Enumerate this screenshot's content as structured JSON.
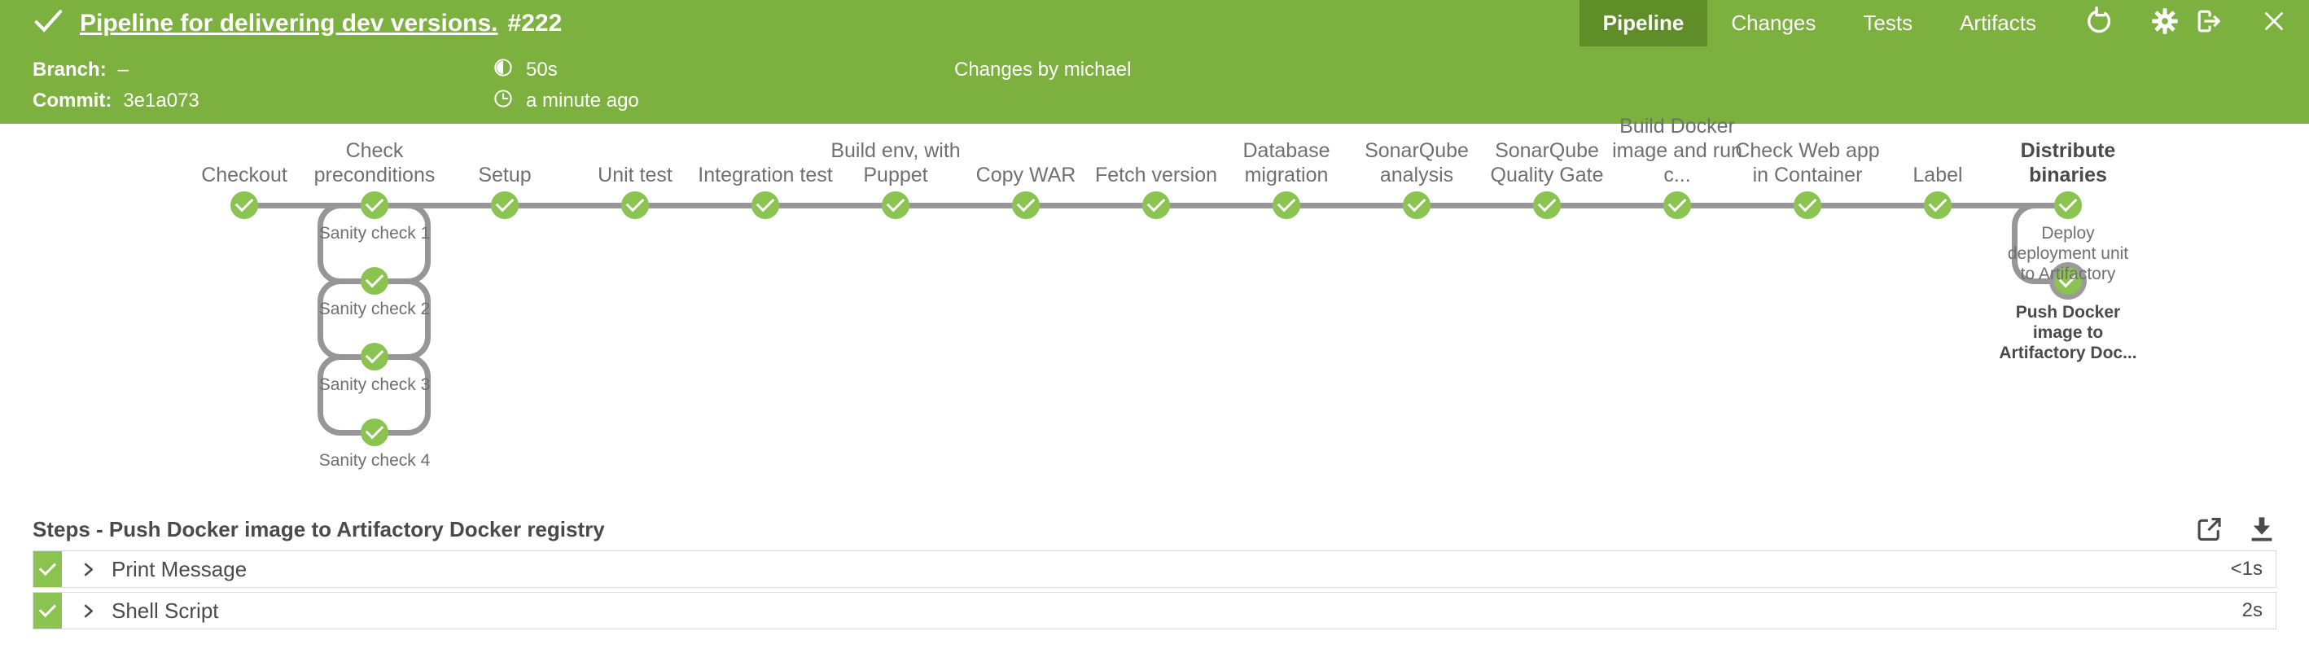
{
  "header": {
    "status": "success",
    "status_icon": "check-icon",
    "title": "Pipeline for delivering dev versions.",
    "run_number": "#222",
    "tabs": [
      {
        "label": "Pipeline",
        "active": true
      },
      {
        "label": "Changes",
        "active": false
      },
      {
        "label": "Tests",
        "active": false
      },
      {
        "label": "Artifacts",
        "active": false
      }
    ],
    "actions": [
      {
        "icon": "rerun-icon"
      },
      {
        "icon": "settings-icon"
      },
      {
        "icon": "exit-icon"
      },
      {
        "icon": "close-icon"
      }
    ]
  },
  "run_info": {
    "branch_label": "Branch:",
    "branch_value": "–",
    "commit_label": "Commit:",
    "commit_value": "3e1a073",
    "duration_icon": "timer-icon",
    "duration": "50s",
    "completed_icon": "clock-icon",
    "completed": "a minute ago",
    "changes": "Changes by michael"
  },
  "pipeline": {
    "node_status": "success",
    "stages": [
      {
        "name": "Checkout"
      },
      {
        "name": "Check preconditions",
        "branches": [
          "Sanity check 1",
          "Sanity check 2",
          "Sanity check 3",
          "Sanity check 4"
        ]
      },
      {
        "name": "Setup"
      },
      {
        "name": "Unit test"
      },
      {
        "name": "Integration test"
      },
      {
        "name": "Build env, with Puppet"
      },
      {
        "name": "Copy WAR"
      },
      {
        "name": "Fetch version"
      },
      {
        "name": "Database migration"
      },
      {
        "name": "SonarQube analysis"
      },
      {
        "name": "SonarQube Quality Gate"
      },
      {
        "name": "Build Docker image and run c..."
      },
      {
        "name": "Check Web app in Container"
      },
      {
        "name": "Label"
      },
      {
        "name": "Distribute binaries",
        "selected": true,
        "branches": [
          "Deploy deployment unit to Artifactory",
          "Push Docker image to Artifactory Doc..."
        ]
      }
    ]
  },
  "steps": {
    "title": "Steps - Push Docker image to Artifactory Docker registry",
    "toolbar_icons": [
      "open-in-new-tab-icon",
      "download-log-icon"
    ],
    "rows": [
      {
        "status": "success",
        "label": "Print Message",
        "duration": "<1s"
      },
      {
        "status": "success",
        "label": "Shell Script",
        "duration": "2s"
      }
    ]
  },
  "colors": {
    "header_green": "#7CB140",
    "active_tab_green": "#5F8E28",
    "node_green": "#8BC351",
    "line_gray": "#969696",
    "ring_gray": "#9B9B9B",
    "label_gray": "#716F6F",
    "dark_text": "#4A4A4A"
  }
}
